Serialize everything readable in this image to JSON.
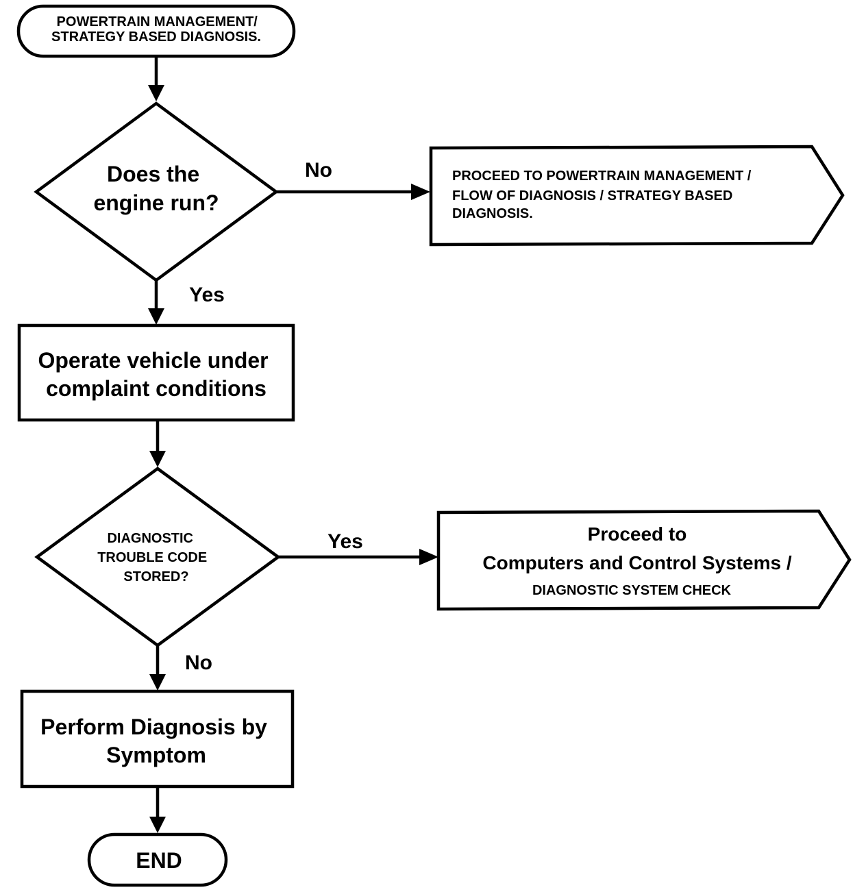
{
  "flowchart": {
    "start": {
      "lines": [
        "POWERTRAIN  MANAGEMENT/",
        "STRATEGY BASED DIAGNOSIS."
      ]
    },
    "decision_engine": {
      "lines": [
        "Does the",
        "engine run?"
      ]
    },
    "label_no_1": "No",
    "proceed_powertrain": {
      "lines": [
        "PROCEED TO POWERTRAIN MANAGEMENT /",
        "FLOW OF DIAGNOSIS / STRATEGY BASED",
        "DIAGNOSIS."
      ]
    },
    "label_yes_1": "Yes",
    "operate_vehicle": {
      "lines": [
        "Operate vehicle under",
        "complaint conditions"
      ]
    },
    "decision_dtc": {
      "lines": [
        "DIAGNOSTIC",
        "TROUBLE CODE",
        "STORED?"
      ]
    },
    "label_yes_2": "Yes",
    "proceed_computers": {
      "lines": [
        "Proceed to",
        "Computers and Control Systems /",
        "DIAGNOSTIC SYSTEM CHECK"
      ]
    },
    "label_no_2": "No",
    "perform_diagnosis": {
      "lines": [
        "Perform Diagnosis by",
        "Symptom"
      ]
    },
    "end": {
      "label": "END"
    }
  }
}
